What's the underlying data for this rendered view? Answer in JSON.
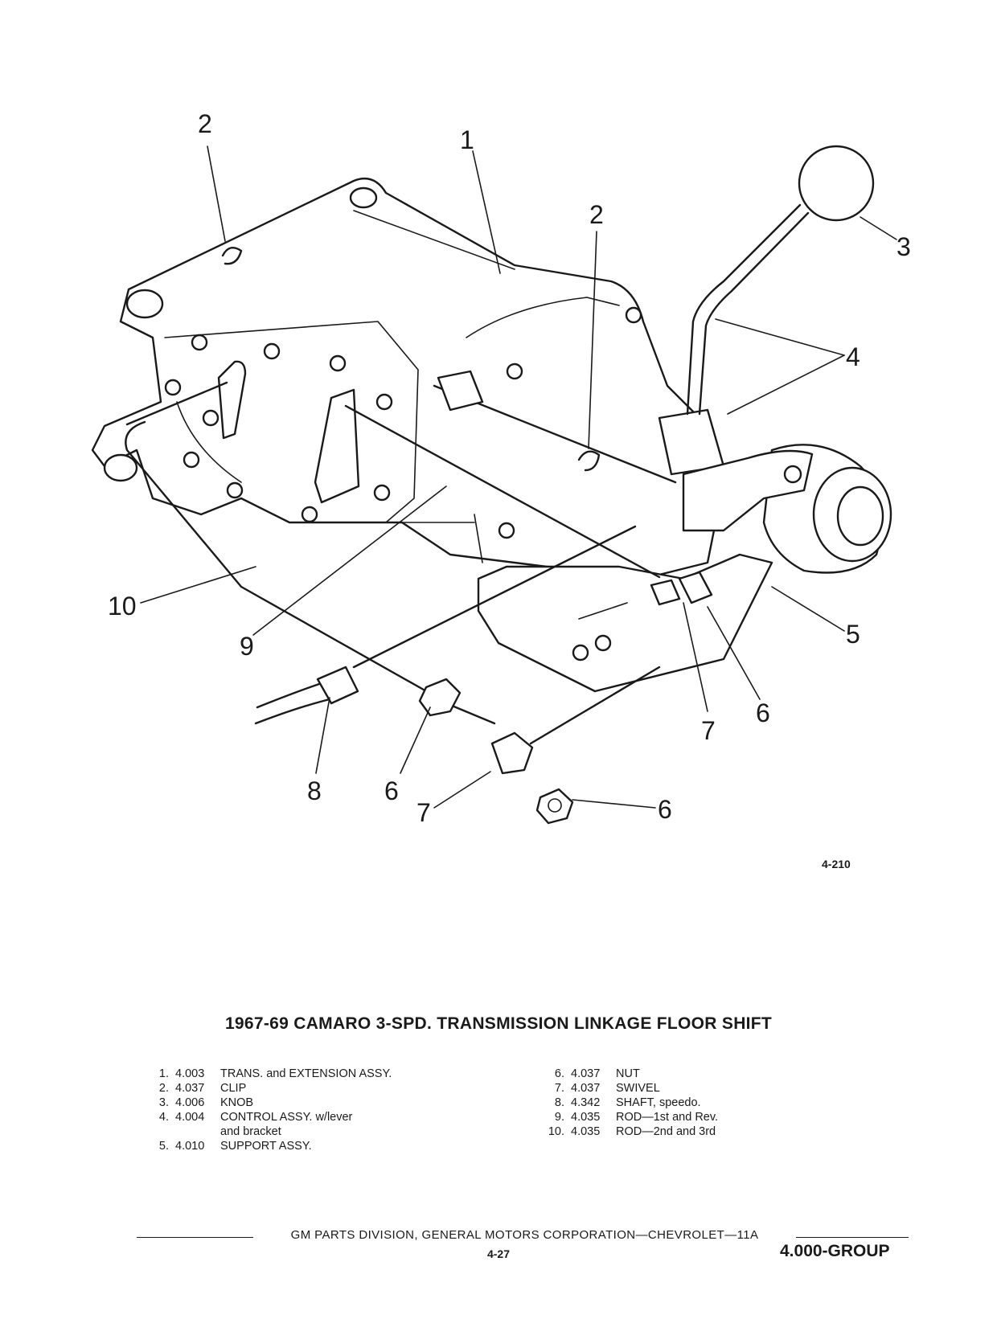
{
  "figure": {
    "figure_number": "4-210",
    "callouts": [
      "1",
      "2",
      "2",
      "3",
      "4",
      "5",
      "6",
      "6",
      "6",
      "7",
      "7",
      "8",
      "9",
      "10"
    ]
  },
  "title": "1967-69 CAMARO 3-SPD. TRANSMISSION LINKAGE FLOOR SHIFT",
  "parts_left": [
    {
      "num": "1.",
      "code": "4.003",
      "desc": "TRANS. and EXTENSION ASSY."
    },
    {
      "num": "2.",
      "code": "4.037",
      "desc": "CLIP"
    },
    {
      "num": "3.",
      "code": "4.006",
      "desc": "KNOB"
    },
    {
      "num": "4.",
      "code": "4.004",
      "desc": "CONTROL ASSY. w/lever",
      "desc2": "and bracket"
    },
    {
      "num": "5.",
      "code": "4.010",
      "desc": "SUPPORT ASSY."
    }
  ],
  "parts_right": [
    {
      "num": "6.",
      "code": "4.037",
      "desc": "NUT"
    },
    {
      "num": "7.",
      "code": "4.037",
      "desc": "SWIVEL"
    },
    {
      "num": "8.",
      "code": "4.342",
      "desc": "SHAFT, speedo."
    },
    {
      "num": "9.",
      "code": "4.035",
      "desc": "ROD—1st and Rev."
    },
    {
      "num": "10.",
      "code": "4.035",
      "desc": "ROD—2nd and 3rd"
    }
  ],
  "footer": {
    "text": "GM PARTS DIVISION, GENERAL MOTORS CORPORATION—CHEVROLET—11A",
    "page": "4-27",
    "group": "4.000-GROUP"
  }
}
